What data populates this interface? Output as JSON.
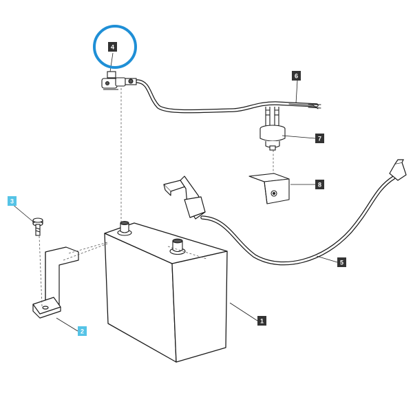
{
  "diagram": {
    "colors": {
      "line": "#1a1a1a",
      "dark_label_bg": "#333333",
      "highlight_label_bg": "#55c3e6",
      "highlight_ring": "#1f8fd6",
      "label_text": "#ffffff"
    },
    "callouts": {
      "c1": "1",
      "c2": "2",
      "c3": "3",
      "c4": "4",
      "c5": "5",
      "c6": "6",
      "c7": "7",
      "c8": "8"
    },
    "highlighted_callout": "4"
  }
}
